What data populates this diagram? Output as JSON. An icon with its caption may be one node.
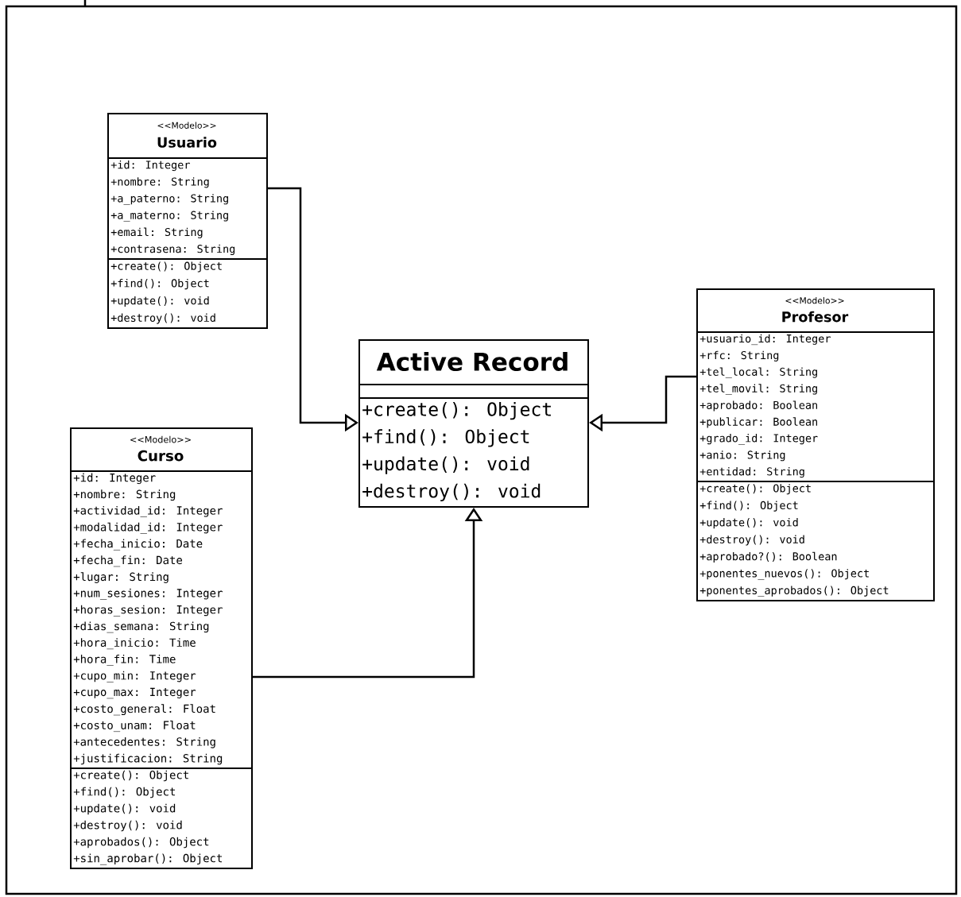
{
  "diagram": {
    "nodes": [
      {
        "text": [
          "<<Modelo>>",
          "Usuario"
        ]
      },
      {
        "text": [
          "+id: Integer",
          "+nombre: String",
          "+a_paterno: String",
          "+a_materno: String",
          "+email: String",
          "+contrasena: String"
        ],
        "in": 0
      },
      {
        "text": [
          "+create(): Object",
          "+find(): Object",
          "+update(): void",
          "+destroy(): void"
        ],
        "in": 0
      },
      {
        "text": [
          "<<Modelo>>",
          "Profesor"
        ]
      },
      {
        "text": [
          "+usuario_id: Integer",
          "+rfc: String",
          "+tel_local: String",
          "+tel_movil: String",
          "+aprobado: Boolean",
          "+publicar: Boolean",
          "+grado_id: Integer",
          "+anio: String",
          "+entidad: String"
        ],
        "in": 3
      },
      {
        "text": [
          "+create(): Object",
          "+find(): Object",
          "+update(): void",
          "+destroy(): void",
          "+aprobado?(): Boolean",
          "+ponentes_nuevos(): Object",
          "+ponentes_aprobados(): Object"
        ],
        "in": 3
      },
      {
        "text": [
          "Active Record"
        ]
      },
      {
        "text": [],
        "shape": "box",
        "in": 6
      },
      {
        "text": [
          "+create(): Object",
          "+find(): Object",
          "+update(): void",
          "+destroy(): void"
        ],
        "in": 6
      },
      {
        "text": [
          "<<Modelo>>",
          "Curso"
        ]
      },
      {
        "text": [
          "+id: Integer",
          "+nombre: String",
          "+actividad_id: Integer",
          "+modalidad_id: Integer",
          "+fecha_inicio: Date",
          "+fecha_fin: Date",
          "+lugar: String",
          "+num_sesiones: Integer",
          "+horas_sesion: Integer",
          "+dias_semana: String",
          "+hora_inicio: Time",
          "+hora_fin: Time",
          "+cupo_min: Integer",
          "+cupo_max: Integer",
          "+costo_general: Float",
          "+costo_unam: Float",
          "+antecedentes: String",
          "+justificacion: String"
        ],
        "in": 9
      },
      {
        "text": [
          "+create(): Object",
          "+find(): Object",
          "+update(): void",
          "+destroy(): void",
          "+aprobados(): Object",
          "+sin_aprobar(): Object"
        ],
        "in": 9
      }
    ],
    "edges": [
      {
        "from": 0,
        "to": 6,
        "arrow": "to"
      },
      {
        "from": 3,
        "to": 6,
        "arrow": "to"
      },
      {
        "from": 9,
        "to": 6,
        "arrow": "to"
      }
    ]
  }
}
